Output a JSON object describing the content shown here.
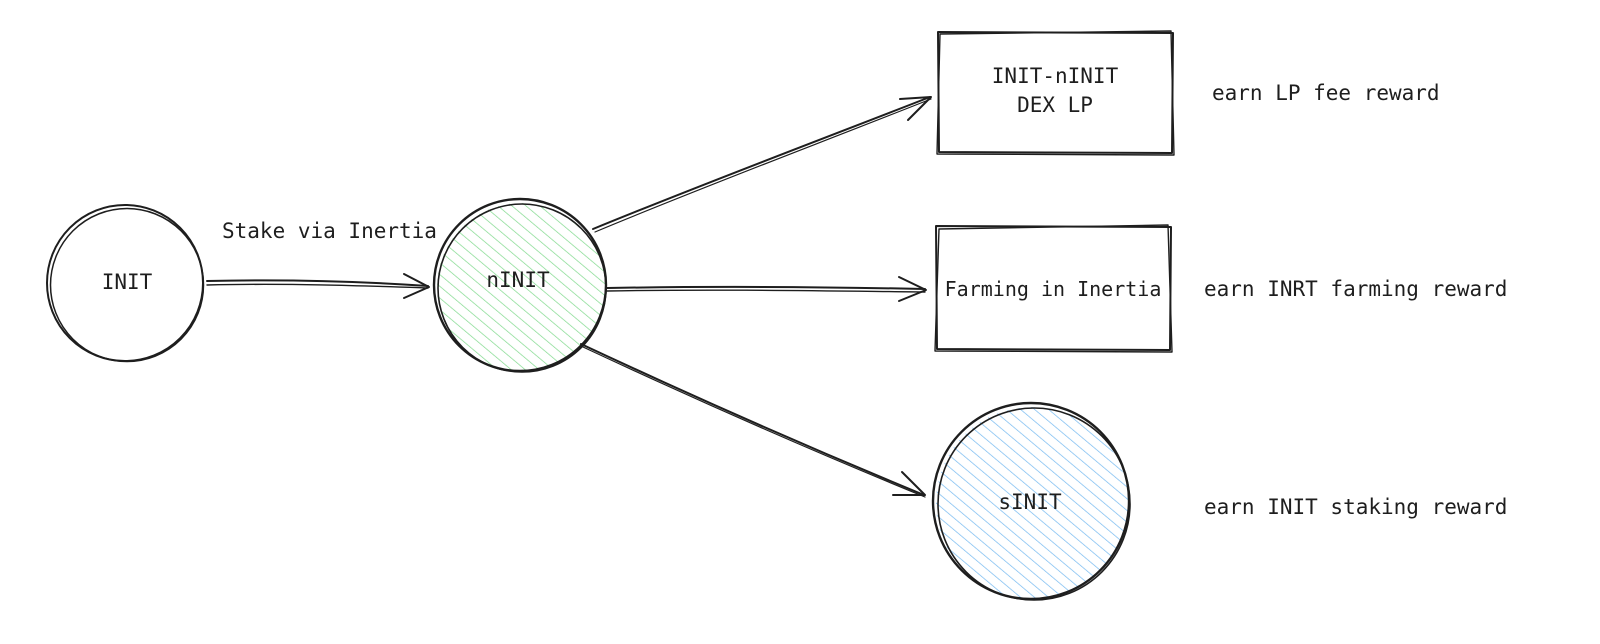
{
  "nodes": {
    "init": {
      "label": "INIT"
    },
    "ninit": {
      "label": "nINIT",
      "fill_color": "#b2f2bb"
    },
    "dex_lp": {
      "lines": [
        "INIT-nINIT",
        "DEX LP"
      ]
    },
    "farming": {
      "label": "Farming in Inertia"
    },
    "sinit": {
      "label": "sINIT",
      "fill_color": "#a5d8ff"
    }
  },
  "edges": {
    "stake": {
      "label": "Stake via Inertia"
    }
  },
  "rewards": {
    "lp_fee": "earn LP fee reward",
    "farming": "earn INRT farming reward",
    "staking": "earn INIT staking reward"
  },
  "colors": {
    "stroke": "#1e1e1e",
    "background": "#ffffff"
  }
}
